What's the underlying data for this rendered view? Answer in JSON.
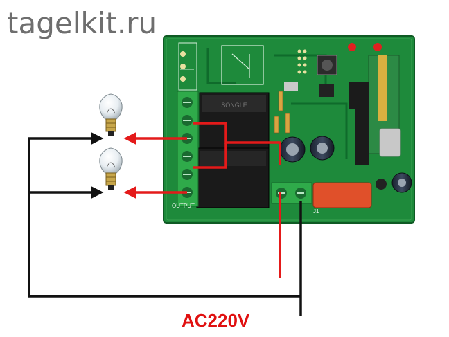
{
  "watermark": "tagelkit.ru",
  "supply_label": "AC220V",
  "board": {
    "output_label": "OUTPUT",
    "connector_ref": "J1",
    "relay_brand": "SONGLE"
  },
  "colors": {
    "live_wire": "#e41a1a",
    "neutral_wire": "#111111",
    "pcb": "#1f8a3c",
    "terminal": "#2faa4a"
  }
}
